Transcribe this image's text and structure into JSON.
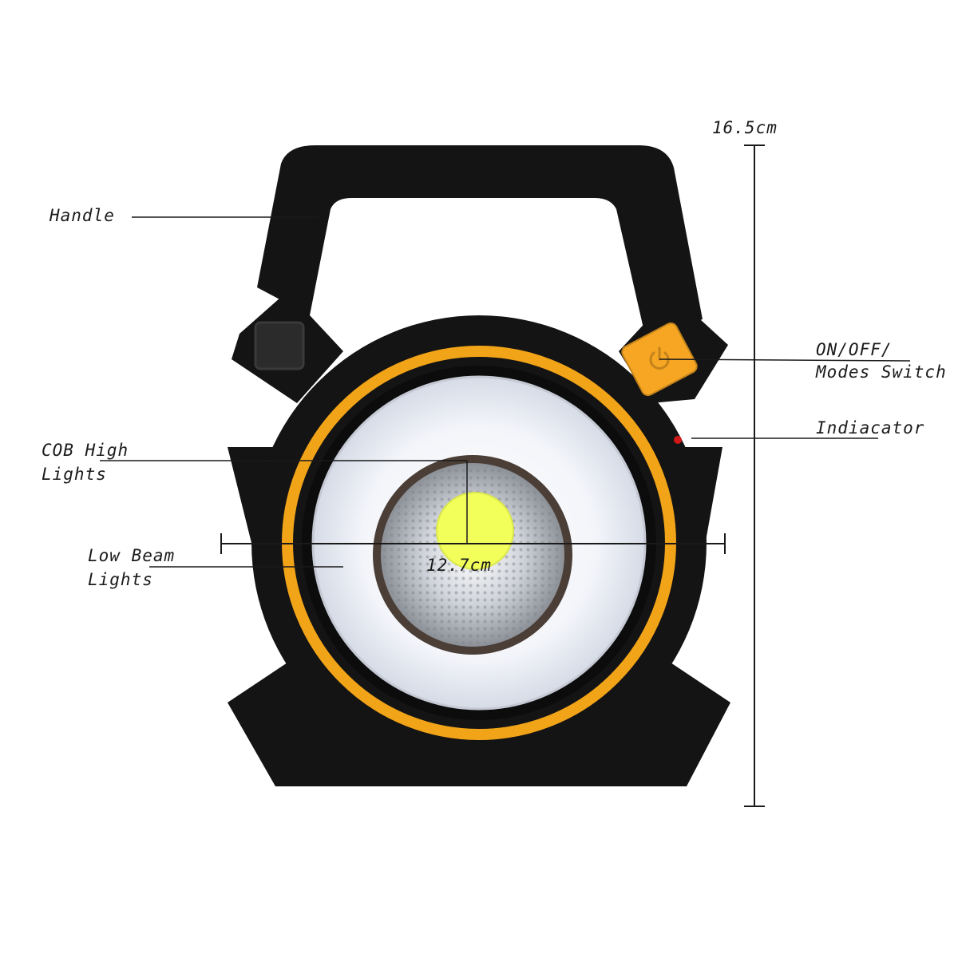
{
  "colors": {
    "body": "#1a1a1a",
    "accent_ring": "#f2a418",
    "switch": "#f6a623",
    "lens_outer": "#eef1f7",
    "cob_chip": "#f2ff5a",
    "indicator": "#d01818",
    "line": "#1a1a1a"
  },
  "labels": {
    "handle": "Handle",
    "switch_line1": "ON/OFF/",
    "switch_line2": "Modes Switch",
    "indicator": "Indiacator",
    "cob_line1": "COB High",
    "cob_line2": "Lights",
    "low_line1": "Low Beam",
    "low_line2": "Lights"
  },
  "dimensions": {
    "height": "16.5cm",
    "width": "12.7cm"
  },
  "icons": {
    "power": "power-icon"
  }
}
